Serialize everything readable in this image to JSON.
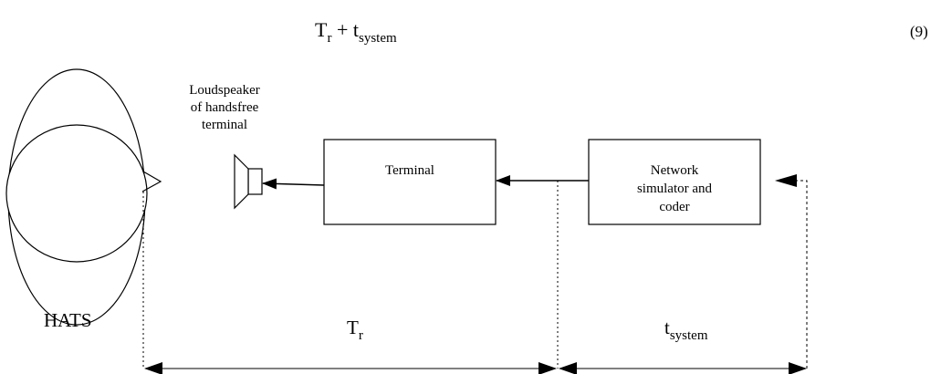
{
  "formula": {
    "T_main": "T",
    "T_sub": "r",
    "plus": " + t",
    "t_sub": "system",
    "equation_number": "(9)"
  },
  "labels": {
    "loudspeaker_lines": [
      "Loudspeaker",
      "of handsfree",
      "terminal"
    ],
    "hats": "HATS",
    "terminal": "Terminal",
    "network_lines": [
      "Network",
      "simulator and",
      "coder"
    ]
  },
  "dimensions": {
    "tr_main": "T",
    "tr_sub": "r",
    "tsys_main": "t",
    "tsys_sub": "system"
  }
}
